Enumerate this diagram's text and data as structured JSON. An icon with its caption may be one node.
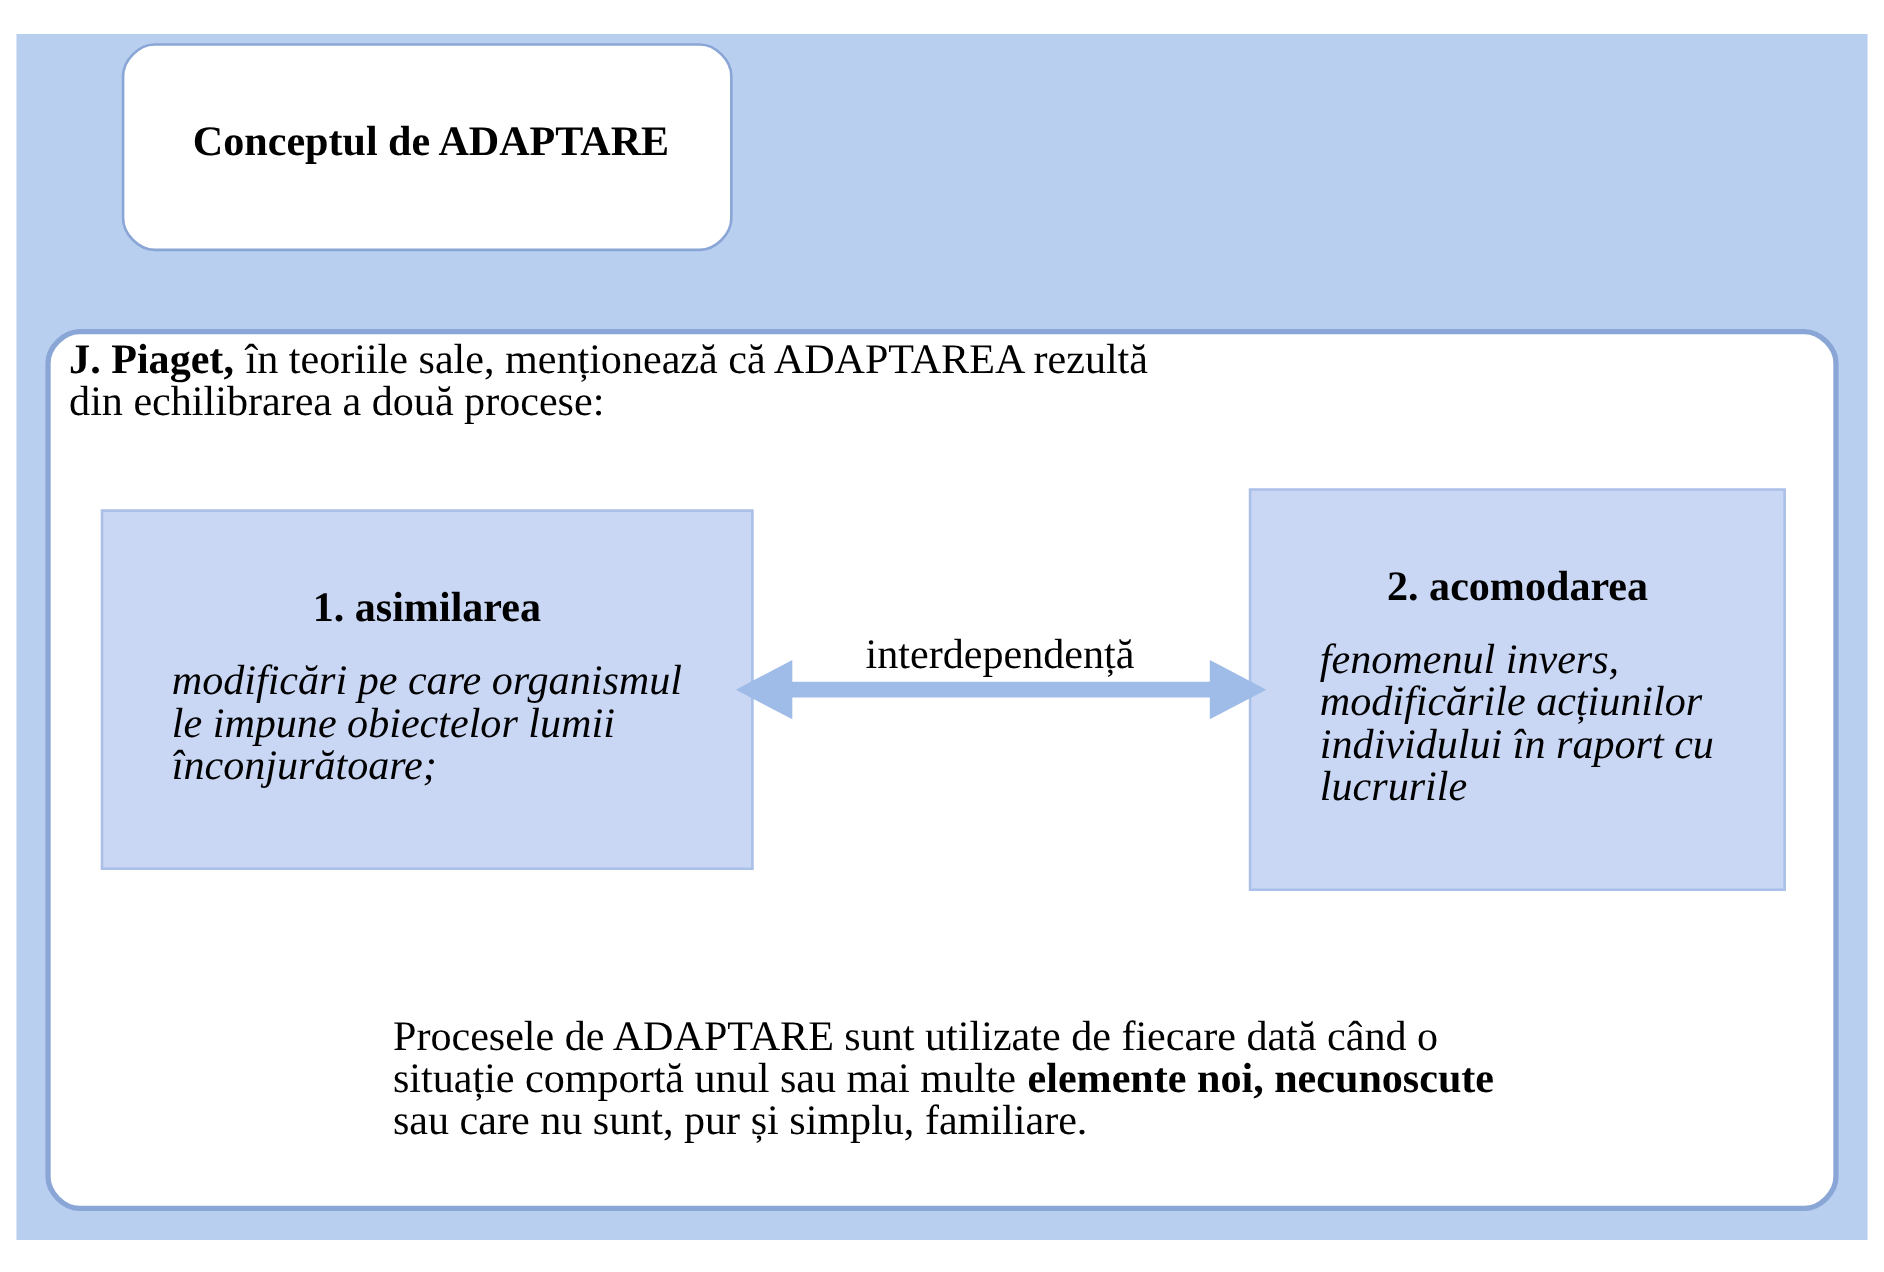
{
  "diagram": {
    "nodes": [
      {
        "text": [
          "Conceptul de ADAPTARE"
        ]
      },
      {
        "text": [
          "**J. Piaget,** în teoriile sale, menționează că ADAPTAREA rezultă din echilibrarea a două procese:",
          "Procesele de ADAPTARE sunt utilizate de fiecare dată când o situație comportă unul sau mai multe **elemente noi, necunoscute** sau care nu sunt, pur și simplu, familiare."
        ]
      },
      {
        "text": [
          "1. asimilarea",
          "modificări pe care organismul le impune obiectelor lumii înconjurătoare;"
        ],
        "in": 1
      },
      {
        "text": [
          "2. acomodarea",
          "fenomenul invers, modificările acțiunilor individului în raport cu lucrurile"
        ],
        "in": 1
      }
    ],
    "edges": [
      {
        "from": 2,
        "to": 3,
        "arrow": "both",
        "label": "interdependență"
      }
    ]
  }
}
